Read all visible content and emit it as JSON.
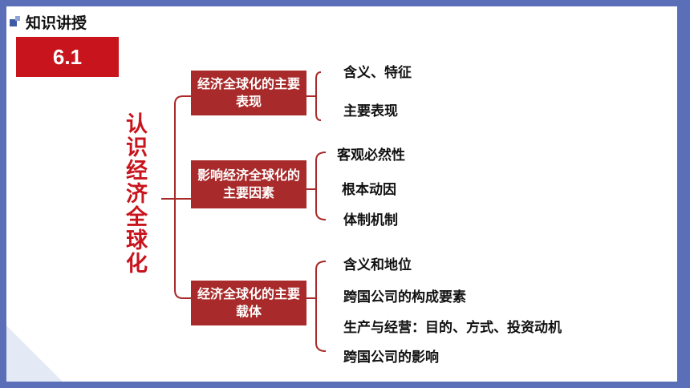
{
  "header": {
    "title": "知识讲授",
    "icon": "section-icon"
  },
  "badge": {
    "label": "6.1"
  },
  "main_title": "认识经济全球化",
  "categories": [
    {
      "label": "经济全球化的主要表现",
      "items": [
        "含义、特征",
        "主要表现"
      ]
    },
    {
      "label": "影响经济全球化的主要因素",
      "items": [
        "客观必然性",
        "根本动因",
        "体制机制"
      ]
    },
    {
      "label": "经济全球化的主要载体",
      "items": [
        "含义和地位",
        "跨国公司的构成要素",
        "生产与经营：目的、方式、投资动机",
        "跨国公司的影响"
      ]
    }
  ],
  "colors": {
    "accent": "#c8141c",
    "box": "#a82a2a",
    "frame": "#5b6fb8"
  }
}
